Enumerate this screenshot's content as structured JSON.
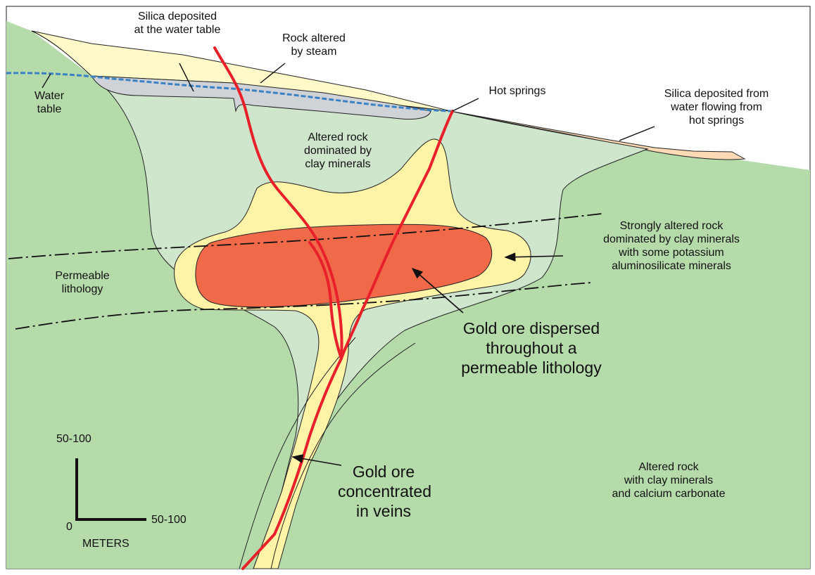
{
  "labels": {
    "silica_water_table": [
      "Silica deposited",
      "at the water table"
    ],
    "rock_steam": [
      "Rock altered",
      "by steam"
    ],
    "water_table": [
      "Water",
      "table"
    ],
    "hot_springs": "Hot springs",
    "silica_hot_springs": [
      "Silica deposited from",
      "water flowing from",
      "hot springs"
    ],
    "altered_clay": [
      "Altered rock",
      "dominated by",
      "clay minerals"
    ],
    "strongly_altered": [
      "Strongly altered rock",
      "dominated by clay minerals",
      "with some potassium",
      "aluminosilicate minerals"
    ],
    "permeable_lithology": [
      "Permeable",
      "lithology"
    ],
    "gold_dispersed": [
      "Gold ore dispersed",
      "throughout a",
      "permeable lithology"
    ],
    "gold_veins": [
      "Gold ore",
      "concentrated",
      "in veins"
    ],
    "altered_calcium": [
      "Altered rock",
      "with clay minerals",
      "and calcium carbonate"
    ]
  },
  "scale": {
    "vertical_label": "50-100",
    "horizontal_label": "50-100",
    "origin_label": "0",
    "unit": "METERS"
  },
  "colors": {
    "host_rock": "#b5dbab",
    "clay_zone": "#cfe5cc",
    "strong_zone": "#fff3a8",
    "ore_zone": "#f06a4a",
    "steam_zone": "#fff8c8",
    "silica_table": "#cfd3d8",
    "sinter": "#fdd9b6",
    "vein": "#e8202a",
    "water_table": "#3b82c4"
  }
}
